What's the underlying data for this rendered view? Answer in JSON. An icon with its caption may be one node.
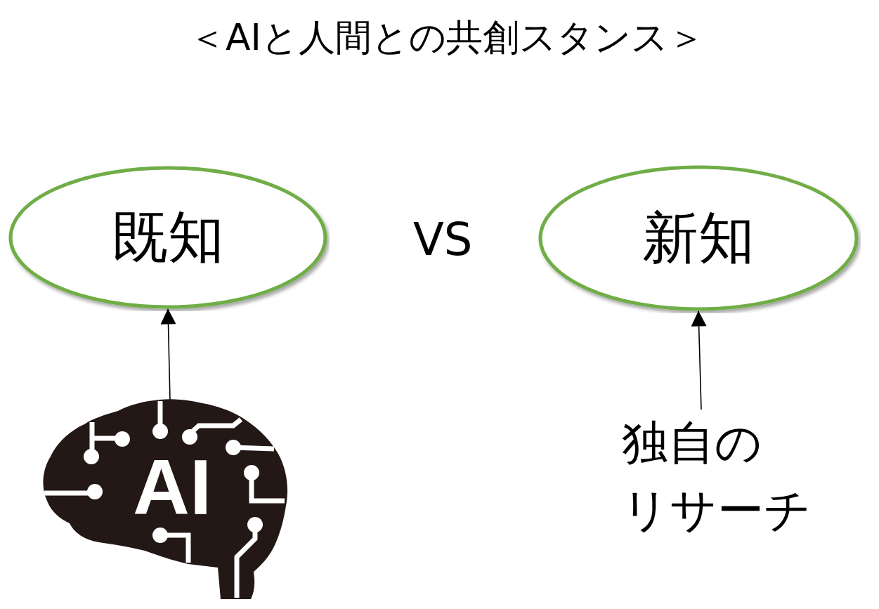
{
  "diagram": {
    "title": "＜AIと人間との共創スタンス＞",
    "nodes": [
      {
        "text": [
          "既知"
        ]
      },
      {
        "text": [
          "新知"
        ]
      },
      {
        "text": [
          "AI"
        ]
      },
      {
        "text": [
          "独自のリサーチ"
        ]
      }
    ],
    "edges": [
      {
        "from": 2,
        "to": 0,
        "arrow": "to"
      },
      {
        "from": 3,
        "to": 1,
        "arrow": "to"
      }
    ],
    "labels": [
      "VS"
    ]
  }
}
